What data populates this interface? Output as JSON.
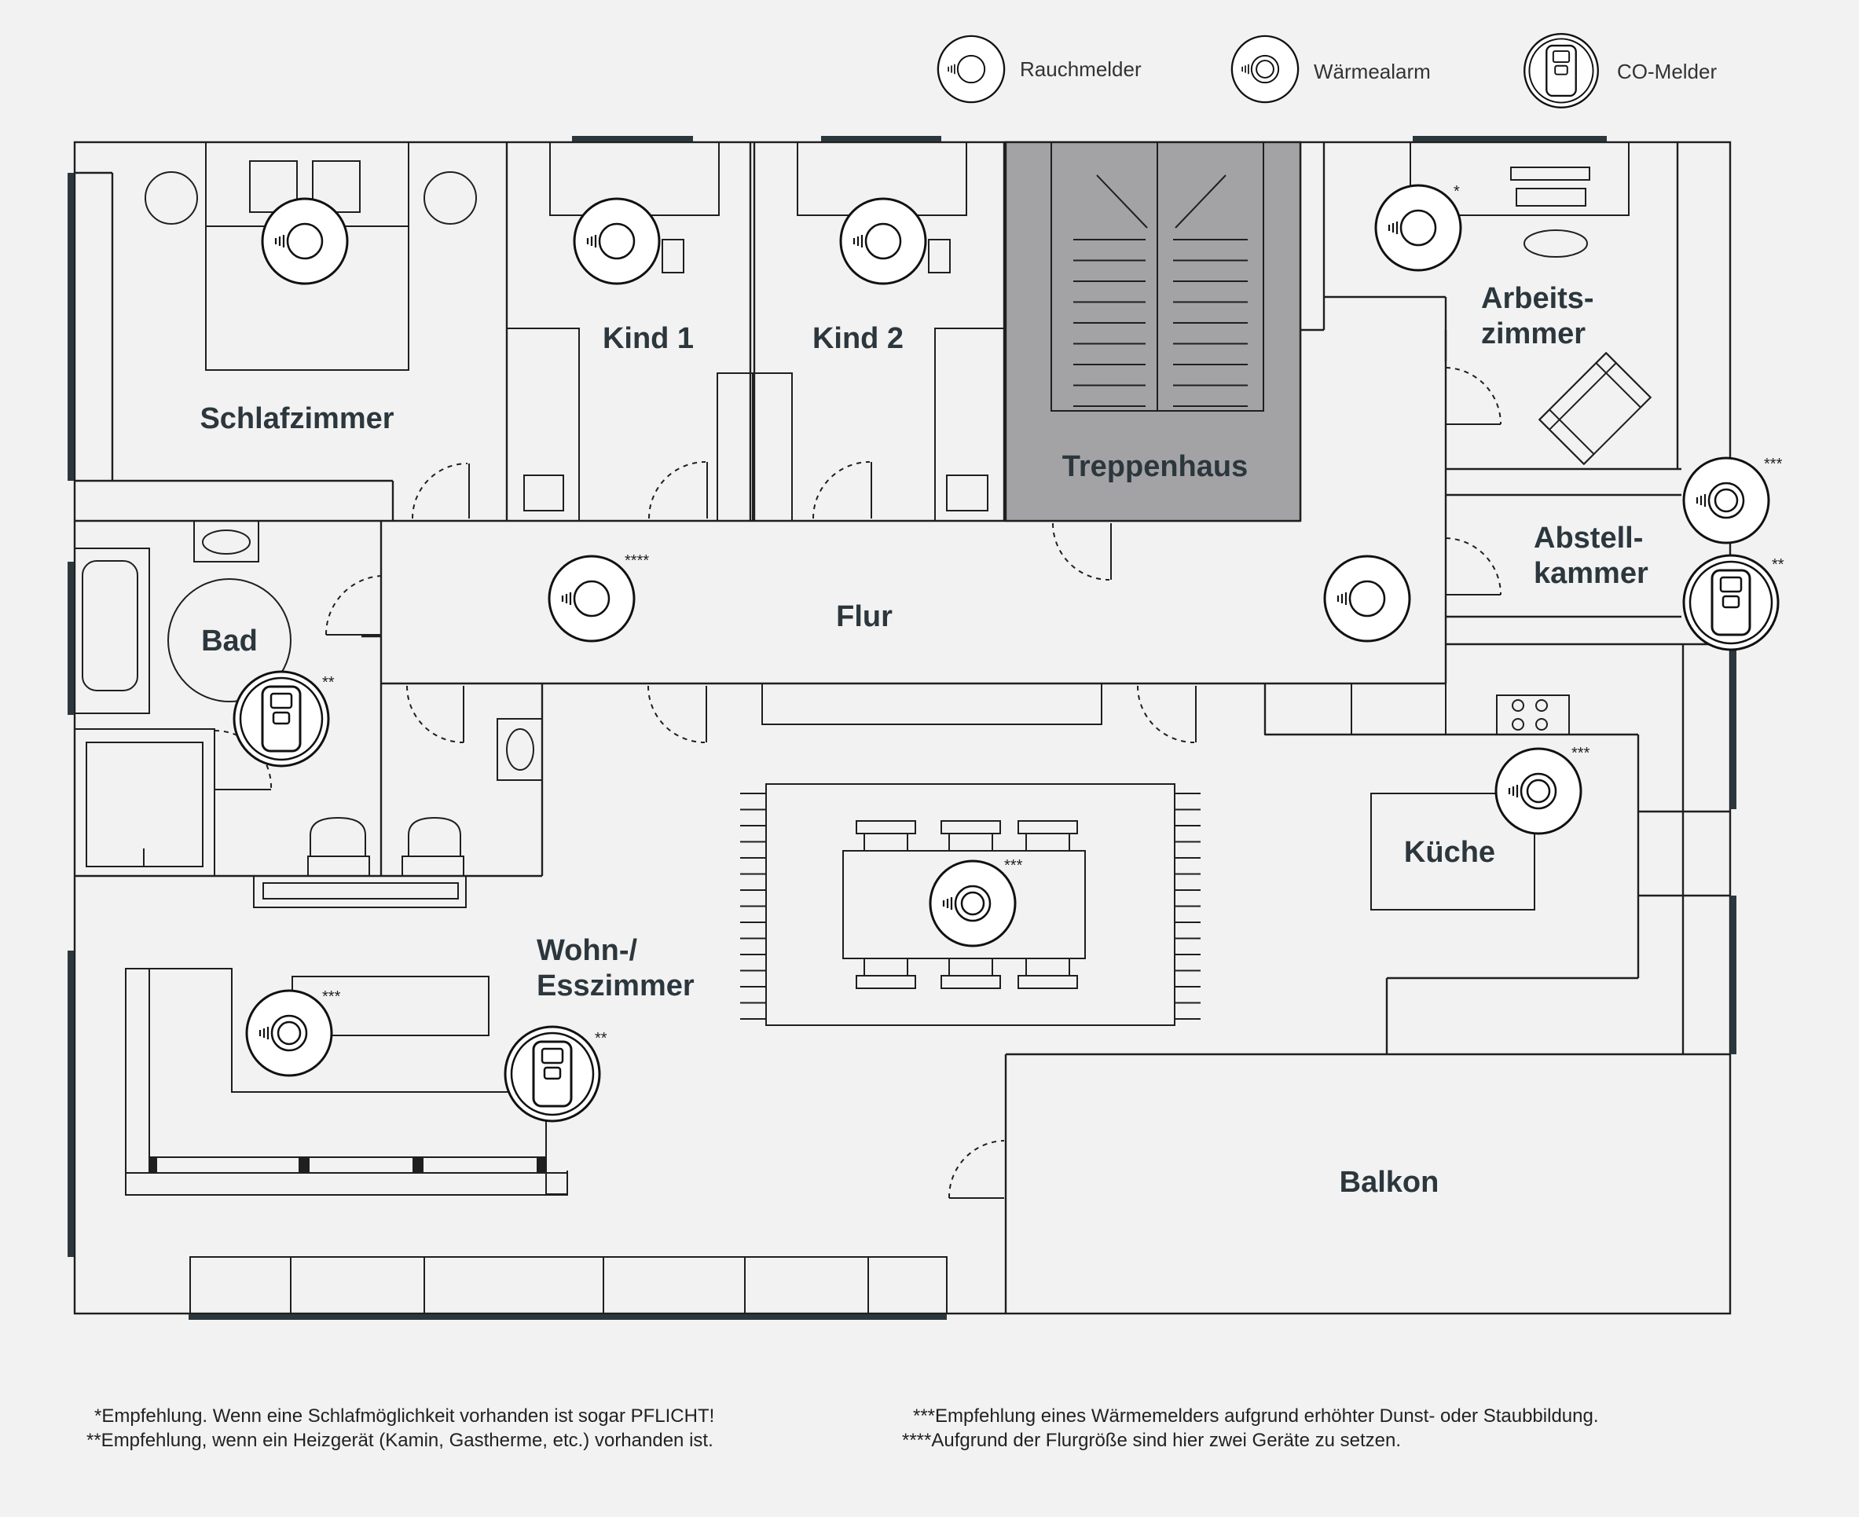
{
  "legend": {
    "smoke": "Rauchmelder",
    "heat": "Wärmealarm",
    "co": "CO-Melder"
  },
  "rooms": {
    "schlafzimmer": "Schlafzimmer",
    "kind1": "Kind 1",
    "kind2": "Kind 2",
    "treppenhaus": "Treppenhaus",
    "arbeitszimmer_1": "Arbeits-",
    "arbeitszimmer_2": "zimmer",
    "abstellkammer_1": "Abstell-",
    "abstellkammer_2": "kammer",
    "bad": "Bad",
    "flur": "Flur",
    "kueche": "Küche",
    "wohn_1": "Wohn-/",
    "wohn_2": "Esszimmer",
    "balkon": "Balkon"
  },
  "markers": {
    "m1": "*",
    "m2": "**",
    "m3": "***",
    "m4": "****"
  },
  "footnotes": {
    "f1": "*Empfehlung. Wenn eine Schlafmöglichkeit vorhanden ist sogar PFLICHT!",
    "f2": "**Empfehlung, wenn ein Heizgerät (Kamin, Gastherme, etc.) vorhanden ist.",
    "f3": "***Empfehlung eines Wärmemelders aufgrund erhöhter Dunst- oder Staubbildung.",
    "f4": "****Aufgrund der Flurgröße sind hier zwei Geräte zu setzen."
  },
  "colors": {
    "stairwell": "#a3a3a6",
    "label": "#2c373d",
    "window": "#2c373d",
    "background": "#f2f2f2"
  }
}
